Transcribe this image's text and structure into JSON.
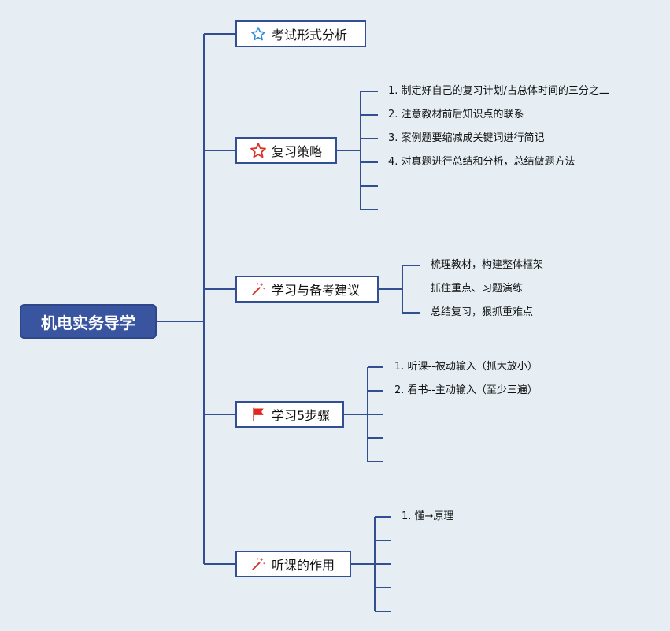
{
  "root": {
    "label": "机电实务导学"
  },
  "topics": [
    {
      "label": "考试形式分析",
      "icon": "star-outline-blue-icon",
      "children": []
    },
    {
      "label": "复习策略",
      "icon": "star-outline-red-icon",
      "children": [
        "1. 制定好自己的复习计划/占总体时间的三分之二",
        "2. 注意教材前后知识点的联系",
        "3. 案例题要缩减成关键词进行简记",
        "4. 对真题进行总结和分析，总结做题方法"
      ]
    },
    {
      "label": "学习与备考建议",
      "icon": "magic-wand-icon",
      "children": [
        "梳理教材，构建整体框架",
        "抓住重点、习题演练",
        "总结复习，狠抓重难点"
      ]
    },
    {
      "label": "学习5步骤",
      "icon": "red-flag-icon",
      "children": [
        "1. 听课--被动输入（抓大放小）",
        "2. 看书--主动输入（至少三遍）"
      ]
    },
    {
      "label": "听课的作用",
      "icon": "magic-wand-icon",
      "children": [
        "1. 懂→原理"
      ]
    }
  ],
  "colors": {
    "line": "#334f94",
    "root_bg": "#3a55a0",
    "background": "#e6eef4"
  }
}
